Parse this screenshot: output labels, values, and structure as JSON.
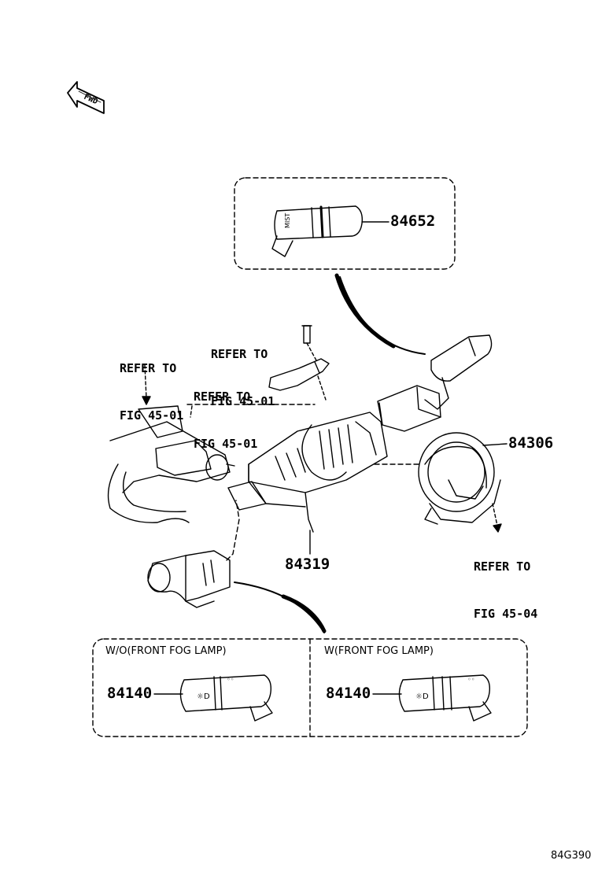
{
  "fwd_arrow": {
    "label": "FWD"
  },
  "parts": {
    "p84652": "84652",
    "p84306": "84306",
    "p84319": "84319",
    "p84140_left": "84140",
    "p84140_right": "84140"
  },
  "references": {
    "ref_left": {
      "line1": "REFER TO",
      "line2": "FIG 45-01"
    },
    "ref_top": {
      "line1": "REFER TO",
      "line2": "FIG 45-01"
    },
    "ref_middle": {
      "line1": "REFER TO",
      "line2": "FIG 45-01"
    },
    "ref_right": {
      "line1": "REFER TO",
      "line2": "FIG 45-04"
    }
  },
  "variants": {
    "left_header": "W/O(FRONT FOG LAMP)",
    "right_header": "W(FRONT FOG LAMP)"
  },
  "diagram_code": "84G390"
}
